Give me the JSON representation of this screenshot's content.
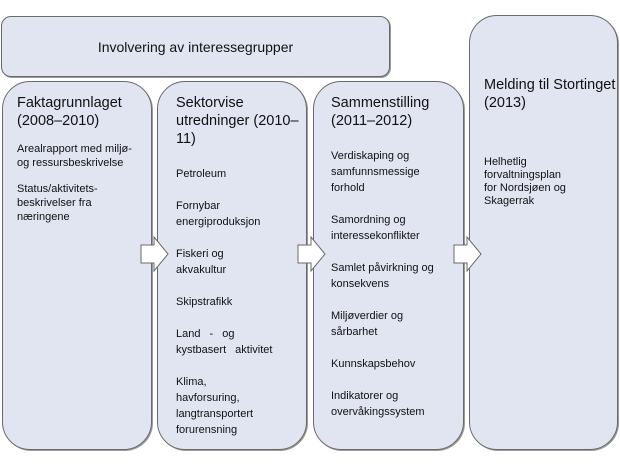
{
  "banner": {
    "label": "Involvering av interessegrupper"
  },
  "columns": [
    {
      "title_line1": "Faktagrunnlaget",
      "title_line2": "(2008–2010)",
      "items": [
        "Arealrapport med miljø- og ressursbeskrivelse",
        "Status/aktivitets-beskrivelser fra næringene"
      ]
    },
    {
      "title_line1": "Sektorvise",
      "title_line2": "utredninger (2010–11)",
      "items": [
        "Petroleum",
        "Fornybar energiproduksjon",
        "Fiskeri og akvakultur",
        "Skipstrafikk",
        "Land - og kystbasert aktivitet",
        "Klima, havforsuring, langtransportert forurensning"
      ]
    },
    {
      "title_line1": "Sammenstilling",
      "title_line2": "(2011–2012)",
      "items": [
        "Verdiskaping og samfunnsmessige forhold",
        "Samordning og interessekonflikter",
        "Samlet påvirkning og konsekvens",
        "Miljøverdier og sårbarhet",
        "Kunnskapsbehov",
        "Indikatorer og overvåkingssystem"
      ]
    },
    {
      "title_line1": "Melding til Stortinget",
      "title_line2": "(2013)",
      "items": [
        "Helhetlig forvaltningsplan for Nordsjøen og Skagerrak"
      ]
    }
  ],
  "colors": {
    "box_fill": "#e1e5f2",
    "box_border": "#6a6a6a",
    "arrow_fill": "#ffffff"
  }
}
